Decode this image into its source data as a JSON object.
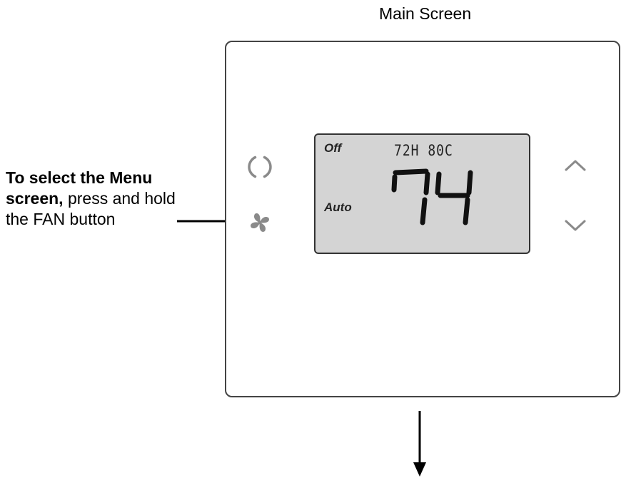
{
  "caption": "Main Screen",
  "callout": {
    "bold": "To select the Menu screen,",
    "rest": " press and hold the FAN button"
  },
  "display": {
    "mode": "Off",
    "setpoints": "72H 80C",
    "fan": "Auto",
    "temperature": "74"
  },
  "icons": [
    "power-icon",
    "fan-icon",
    "chevron-up-icon",
    "chevron-down-icon",
    "arrow-right-icon",
    "arrow-down-icon"
  ],
  "colors": {
    "lcd_background": "#d4d4d4",
    "button_icon": "#8a8a8a",
    "outline": "#444444"
  }
}
